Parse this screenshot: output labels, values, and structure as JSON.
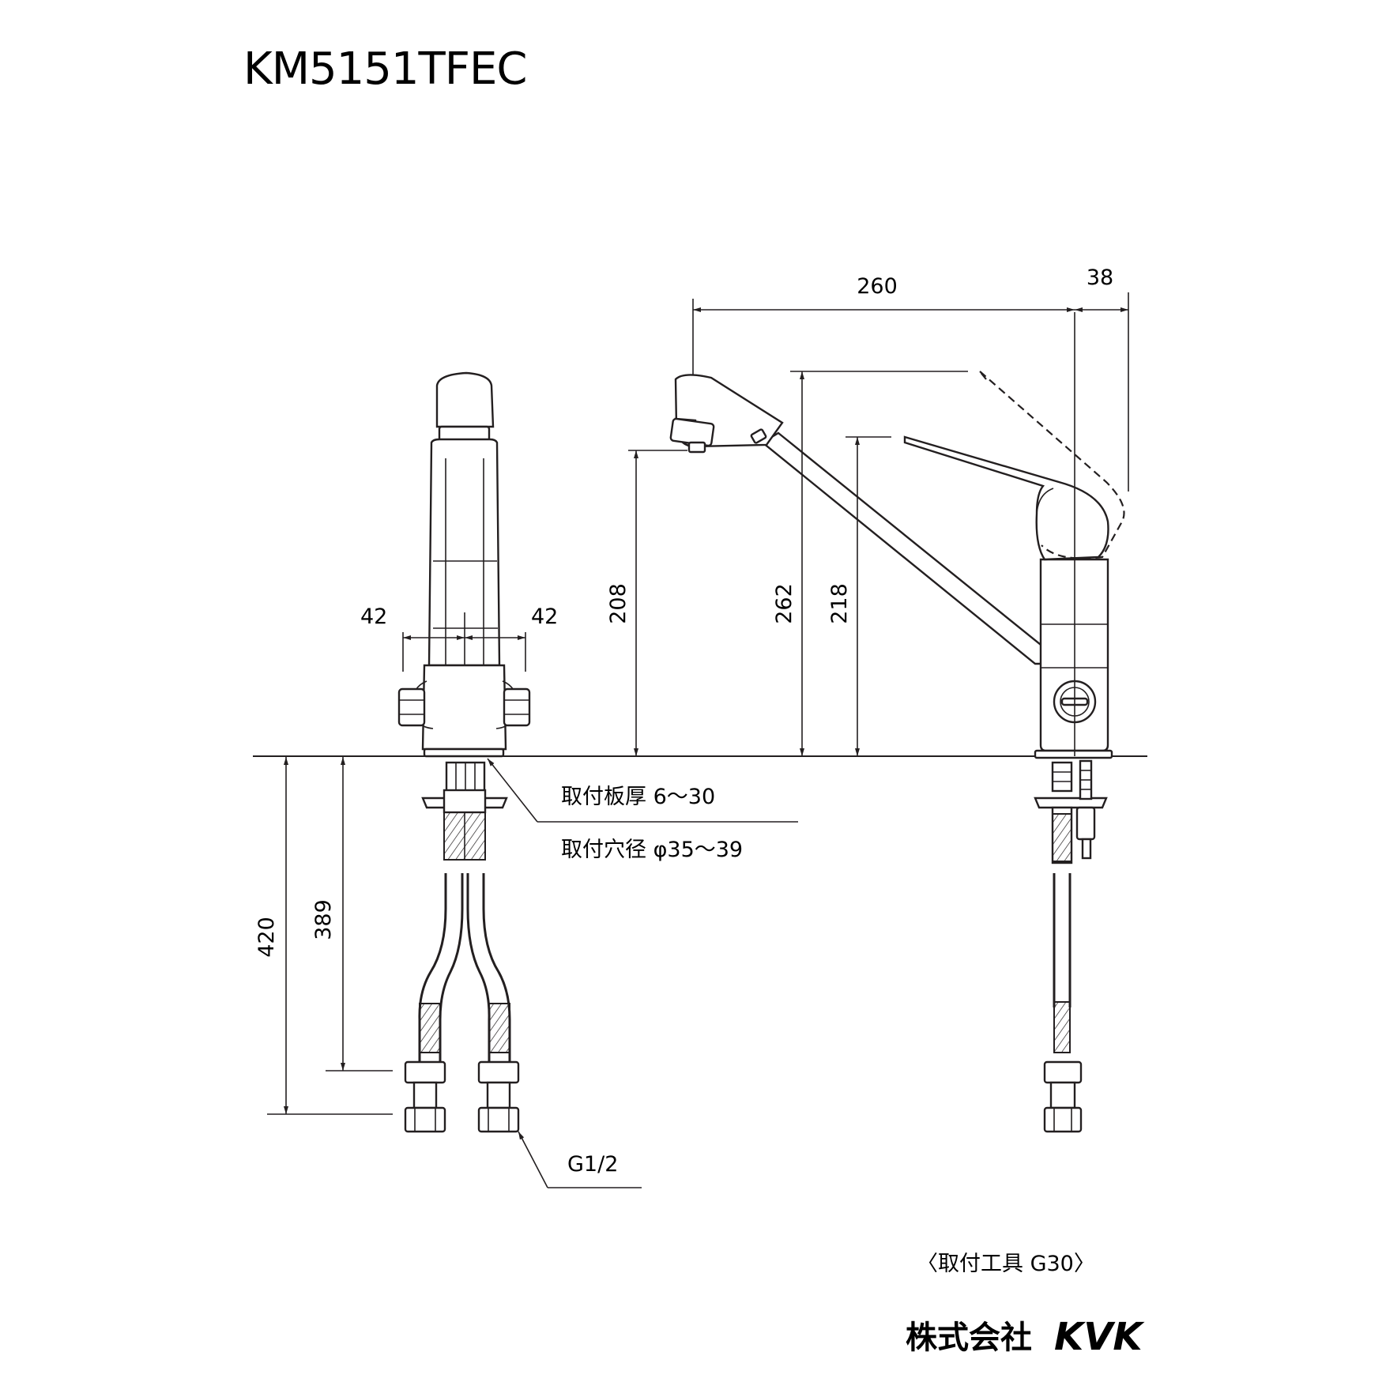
{
  "title": "KM5151TFEC",
  "dimensions": {
    "front_left": "42",
    "front_right": "42",
    "spout_length": "260",
    "handle_offset": "38",
    "spout_outlet_height": "208",
    "total_height": "262",
    "handle_height": "218",
    "hose_length_outer": "420",
    "hose_length_inner": "389"
  },
  "notes": {
    "plate_thickness": "取付板厚 6～30",
    "hole_diameter": "取付穴径 φ35～39",
    "connection": "G1/2",
    "tool": "〈取付工具 G30〉"
  },
  "brand": {
    "company_jp": "株式会社",
    "company_en": "KVK"
  }
}
